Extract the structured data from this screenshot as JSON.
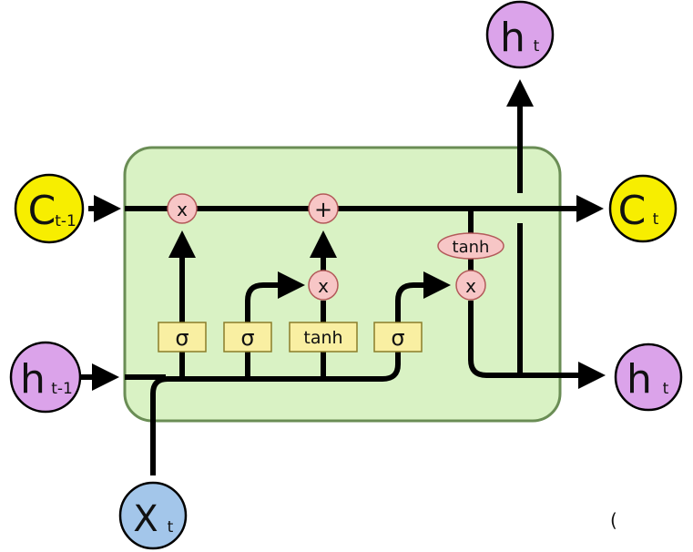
{
  "colors": {
    "cell_fill": "#d9f2c4",
    "cell_stroke": "#6a8d55",
    "cell_state_fill": "#f7ee00",
    "hidden_fill": "#dba3ea",
    "input_fill": "#a3c6ea",
    "gate_fill": "#f9efa2",
    "pointwise_fill": "#f7c6c6",
    "line": "#000000"
  },
  "nodes": {
    "c_prev": {
      "main": "C",
      "sub": "t-1"
    },
    "h_prev": {
      "main": "h",
      "sub": "t-1"
    },
    "x_t": {
      "main": "X",
      "sub": "t"
    },
    "h_top": {
      "main": "h",
      "sub": "t"
    },
    "c_next": {
      "main": "C",
      "sub": "t"
    },
    "h_next": {
      "main": "h",
      "sub": "t"
    }
  },
  "gates": {
    "forget": "σ",
    "input": "σ",
    "candidate": "tanh",
    "output": "σ"
  },
  "ops": {
    "forget_mul": "x",
    "add": "+",
    "input_mul": "x",
    "output_mul": "x",
    "cell_tanh": "tanh"
  },
  "marks": {
    "stray_bracket": "("
  }
}
